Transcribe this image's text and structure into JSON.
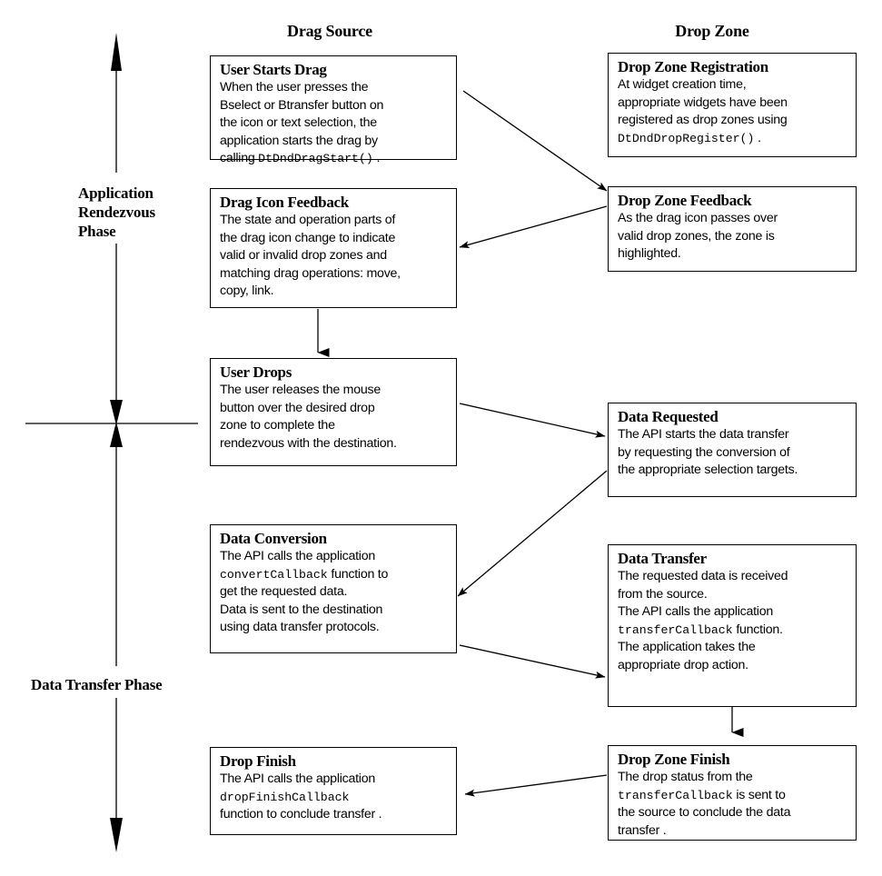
{
  "diagram": {
    "title_left": "Drag Source",
    "title_right": "Drop Zone",
    "phases": [
      {
        "id": "rendezvous",
        "label_lines": [
          "Application",
          "Rendezvous",
          "Phase"
        ]
      },
      {
        "id": "transfer",
        "label_lines": [
          "Data Transfer Phase"
        ]
      }
    ]
  },
  "boxes": {
    "user_starts_drag": {
      "title": "User Starts Drag",
      "lines": [
        [
          {
            "t": "When the user presses the",
            "k": "n"
          }
        ],
        [
          {
            "t": "Bselect or Btransfer button on",
            "k": "n"
          }
        ],
        [
          {
            "t": "the icon or text selection, the",
            "k": "n"
          }
        ],
        [
          {
            "t": "application starts the drag by",
            "k": "n"
          }
        ],
        [
          {
            "t": "calling ",
            "k": "n"
          },
          {
            "t": "DtDndDragStart()",
            "k": "m"
          },
          {
            "t": " .",
            "k": "n"
          }
        ]
      ]
    },
    "drag_icon_feedback": {
      "title": "Drag Icon Feedback",
      "lines": [
        [
          {
            "t": "The state and operation parts of",
            "k": "n"
          }
        ],
        [
          {
            "t": "the drag icon change to indicate",
            "k": "n"
          }
        ],
        [
          {
            "t": "valid or invalid drop zones and",
            "k": "n"
          }
        ],
        [
          {
            "t": "matching drag operations: move,",
            "k": "n"
          }
        ],
        [
          {
            "t": "copy, link.",
            "k": "n"
          }
        ]
      ]
    },
    "user_drops": {
      "title": "User Drops",
      "lines": [
        [
          {
            "t": "The user releases the mouse",
            "k": "n"
          }
        ],
        [
          {
            "t": "button over the desired drop",
            "k": "n"
          }
        ],
        [
          {
            "t": "zone to complete the",
            "k": "n"
          }
        ],
        [
          {
            "t": "rendezvous with the destination.",
            "k": "n"
          }
        ]
      ]
    },
    "data_conversion": {
      "title": "Data Conversion",
      "lines": [
        [
          {
            "t": "The API calls the application",
            "k": "n"
          }
        ],
        [
          {
            "t": "convertCallback",
            "k": "m"
          },
          {
            "t": " function to",
            "k": "n"
          }
        ],
        [
          {
            "t": "get the requested data.",
            "k": "n"
          }
        ],
        [
          {
            "t": "Data is sent to the destination",
            "k": "n"
          }
        ],
        [
          {
            "t": "using data transfer protocols.",
            "k": "n"
          }
        ]
      ]
    },
    "drop_finish": {
      "title": "Drop Finish",
      "lines": [
        [
          {
            "t": "The API calls the application",
            "k": "n"
          }
        ],
        [
          {
            "t": "dropFinishCallback",
            "k": "m"
          }
        ],
        [
          {
            "t": "function to conclude transfer  .",
            "k": "n"
          }
        ]
      ]
    },
    "drop_zone_registration": {
      "title": "Drop Zone Registration",
      "lines": [
        [
          {
            "t": "At widget creation time,",
            "k": "n"
          }
        ],
        [
          {
            "t": "appropriate widgets have been",
            "k": "n"
          }
        ],
        [
          {
            "t": "registered as drop zones using",
            "k": "n"
          }
        ],
        [
          {
            "t": "DtDndDropRegister()",
            "k": "m"
          },
          {
            "t": " .",
            "k": "n"
          }
        ]
      ]
    },
    "drop_zone_feedback": {
      "title": "Drop Zone Feedback",
      "lines": [
        [
          {
            "t": "As the drag icon passes over",
            "k": "n"
          }
        ],
        [
          {
            "t": "valid drop zones, the zone is",
            "k": "n"
          }
        ],
        [
          {
            "t": "highlighted.",
            "k": "n"
          }
        ]
      ]
    },
    "data_requested": {
      "title": "Data Requested",
      "lines": [
        [
          {
            "t": "The API starts the data transfer",
            "k": "n"
          }
        ],
        [
          {
            "t": "by requesting the conversion of",
            "k": "n"
          }
        ],
        [
          {
            "t": "the appropriate selection targets.",
            "k": "n"
          }
        ]
      ]
    },
    "data_transfer": {
      "title": "Data Transfer",
      "lines": [
        [
          {
            "t": "The requested data is received",
            "k": "n"
          }
        ],
        [
          {
            "t": "from the source.",
            "k": "n"
          }
        ],
        [
          {
            "t": "The API calls the application",
            "k": "n"
          }
        ],
        [
          {
            "t": "transferCallback",
            "k": "m"
          },
          {
            "t": " function.",
            "k": "n"
          }
        ],
        [
          {
            "t": "The application takes the",
            "k": "n"
          }
        ],
        [
          {
            "t": "appropriate drop action.",
            "k": "n"
          }
        ]
      ]
    },
    "drop_zone_finish": {
      "title": "Drop Zone Finish",
      "lines": [
        [
          {
            "t": "The drop status from the",
            "k": "n"
          }
        ],
        [
          {
            "t": "transferCallback",
            "k": "m"
          },
          {
            "t": " is sent to",
            "k": "n"
          }
        ],
        [
          {
            "t": "the source to conclude the data",
            "k": "n"
          }
        ],
        [
          {
            "t": "transfer .",
            "k": "n"
          }
        ]
      ]
    }
  },
  "colors": {
    "ink": "#000000",
    "paper": "#ffffff"
  }
}
